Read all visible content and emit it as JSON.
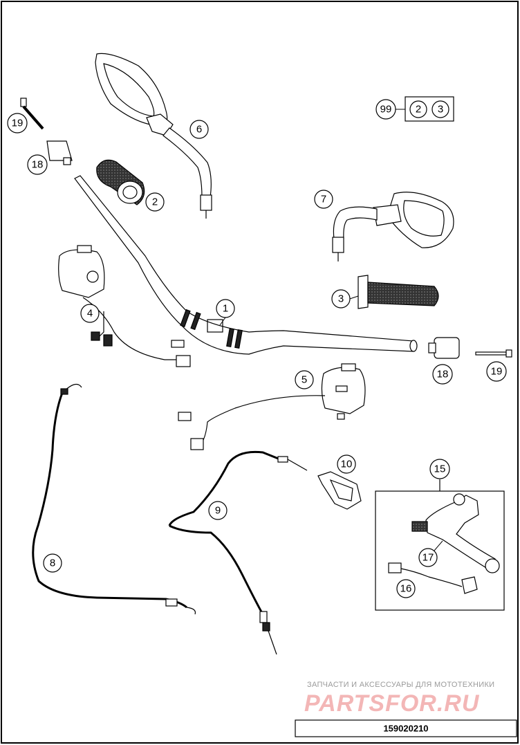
{
  "diagram_code": "159020210",
  "watermark": {
    "caption": "ЗАПЧАСТИ И АКСЕССУАРЫ ДЛЯ МОТОТЕХНИКИ",
    "brand": "PARTSFOR.RU"
  },
  "callouts": {
    "c1": "1",
    "c2": "2",
    "c3": "3",
    "c4": "4",
    "c5": "5",
    "c6": "6",
    "c7": "7",
    "c8": "8",
    "c9": "9",
    "c10": "10",
    "c15": "15",
    "c16": "16",
    "c17": "17",
    "c18a": "18",
    "c18b": "18",
    "c19a": "19",
    "c19b": "19",
    "c99": "99",
    "c99_sub1": "2",
    "c99_sub2": "3"
  }
}
